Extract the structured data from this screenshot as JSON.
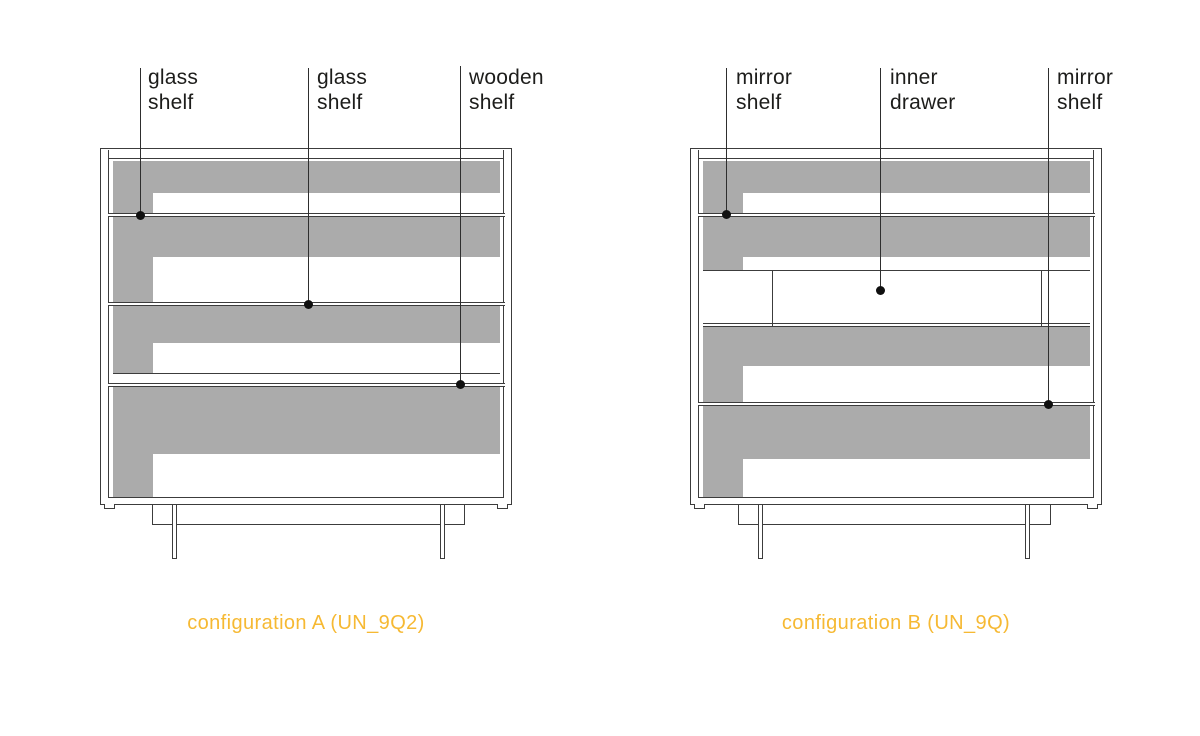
{
  "figures": [
    {
      "id": "A",
      "caption": "configuration A (UN_9Q2)",
      "callouts": [
        {
          "line1": "glass",
          "line2": "shelf"
        },
        {
          "line1": "glass",
          "line2": "shelf"
        },
        {
          "line1": "wooden",
          "line2": "shelf"
        }
      ]
    },
    {
      "id": "B",
      "caption": "configuration B (UN_9Q)",
      "callouts": [
        {
          "line1": "mirror",
          "line2": "shelf"
        },
        {
          "line1": "inner",
          "line2": "drawer"
        },
        {
          "line1": "mirror",
          "line2": "shelf"
        }
      ]
    }
  ],
  "colors": {
    "accent_yellow": "#F6B933",
    "shelf_fill_gray": "#ABABAB",
    "drawing_line": "#3C3C3C",
    "label_text": "#1D1D1B"
  }
}
